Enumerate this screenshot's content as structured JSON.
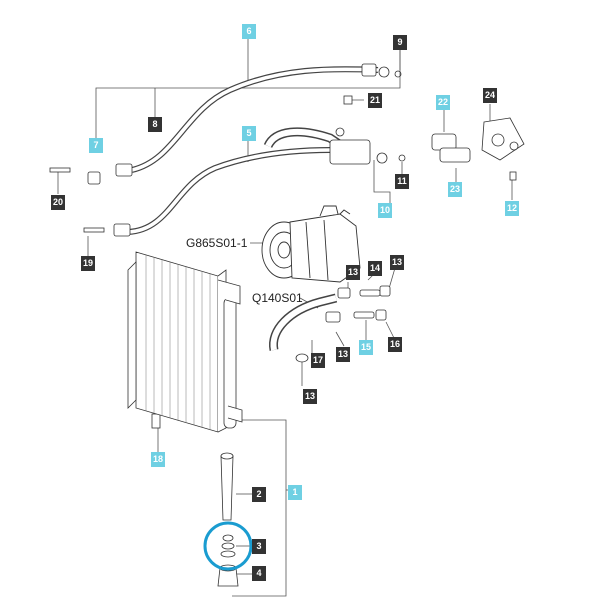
{
  "colors": {
    "callout_dark": "#333333",
    "callout_cyan": "#6fd0e3",
    "highlight_ring": "#1a9cd0",
    "line": "#555555"
  },
  "callouts": {
    "c1": "1",
    "c2": "2",
    "c3": "3",
    "c4": "4",
    "c5": "5",
    "c6": "6",
    "c7": "7",
    "c8": "8",
    "c9": "9",
    "c10": "10",
    "c11": "11",
    "c12": "12",
    "c13a": "13",
    "c13b": "13",
    "c13c": "13",
    "c13d": "13",
    "c14": "14",
    "c15": "15",
    "c16": "16",
    "c17": "17",
    "c18": "18",
    "c19": "19",
    "c20": "20",
    "c21": "21",
    "c22": "22",
    "c23": "23",
    "c24": "24"
  },
  "codes": {
    "compressor": "G865S01-1",
    "hose": "Q140S01"
  }
}
